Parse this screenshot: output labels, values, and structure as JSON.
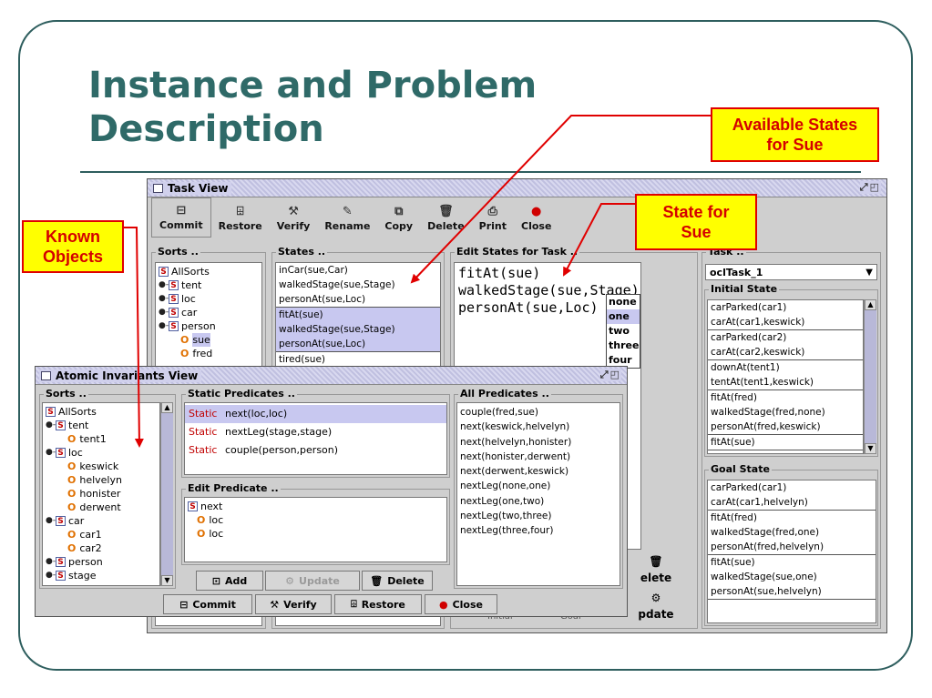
{
  "slide": {
    "title_line1": "Instance and Problem",
    "title_line2": "Description"
  },
  "callouts": {
    "available_states": "Available States for Sue",
    "state_for_sue": "State for Sue",
    "known_objects": "Known Objects"
  },
  "task_view": {
    "title": "Task View",
    "toolbar": [
      {
        "label": "Commit",
        "icon": "commit-icon"
      },
      {
        "label": "Restore",
        "icon": "restore-icon"
      },
      {
        "label": "Verify",
        "icon": "verify-icon"
      },
      {
        "label": "Rename",
        "icon": "rename-icon"
      },
      {
        "label": "Copy",
        "icon": "copy-icon"
      },
      {
        "label": "Delete",
        "icon": "delete-icon"
      },
      {
        "label": "Print",
        "icon": "print-icon"
      },
      {
        "label": "Close",
        "icon": "close-icon"
      }
    ],
    "sorts_label": "Sorts ..",
    "sorts_tree": [
      {
        "label": "AllSorts",
        "type": "sort",
        "depth": 0
      },
      {
        "label": "tent",
        "type": "sort",
        "depth": 1
      },
      {
        "label": "loc",
        "type": "sort",
        "depth": 1
      },
      {
        "label": "car",
        "type": "sort",
        "depth": 1
      },
      {
        "label": "person",
        "type": "sort",
        "depth": 1
      },
      {
        "label": "sue",
        "type": "object",
        "depth": 2,
        "selected": true
      },
      {
        "label": "fred",
        "type": "object",
        "depth": 2
      }
    ],
    "states_label": "States ..",
    "states_blocks": [
      {
        "lines": [
          "inCar(sue,Car)",
          "walkedStage(sue,Stage)",
          "personAt(sue,Loc)"
        ],
        "selected": false
      },
      {
        "lines": [
          "fitAt(sue)",
          "walkedStage(sue,Stage)",
          "personAt(sue,Loc)"
        ],
        "selected": true
      },
      {
        "lines": [
          "tired(sue)"
        ],
        "selected": false
      }
    ],
    "edit_states_label": "Edit States for Task ..",
    "edit_states_lines": [
      "fitAt(sue)",
      "walkedStage(sue,Stage)",
      "personAt(sue,Loc)"
    ],
    "stage_options": [
      "none",
      "one",
      "two",
      "three",
      "four"
    ],
    "stage_selected_index": 1,
    "task_label": "Task ..",
    "task_value": "oclTask_1",
    "initial_state_label": "Initial State",
    "initial_state_blocks": [
      [
        "carParked(car1)",
        "carAt(car1,keswick)"
      ],
      [
        "carParked(car2)",
        "carAt(car2,keswick)"
      ],
      [
        "downAt(tent1)",
        "tentAt(tent1,keswick)"
      ],
      [
        "fitAt(fred)",
        "walkedStage(fred,none)",
        "personAt(fred,keswick)"
      ],
      [
        "fitAt(sue)"
      ]
    ],
    "goal_state_label": "Goal State",
    "goal_state_blocks": [
      [
        "carParked(car1)",
        "carAt(car1,helvelyn)"
      ],
      [
        "fitAt(fred)",
        "walkedStage(fred,one)",
        "personAt(fred,helvelyn)"
      ],
      [
        "fitAt(sue)",
        "walkedStage(sue,one)",
        "personAt(sue,helvelyn)"
      ]
    ],
    "side_delete_label": "elete",
    "side_update_label": "pdate",
    "hidden_init_label": "Initial",
    "hidden_goal_label": "Goal"
  },
  "atomic_view": {
    "title": "Atomic Invariants View",
    "sorts_label": "Sorts ..",
    "sorts_tree": [
      {
        "label": "AllSorts",
        "type": "sort",
        "depth": 0
      },
      {
        "label": "tent",
        "type": "sort",
        "depth": 1
      },
      {
        "label": "tent1",
        "type": "object",
        "depth": 2
      },
      {
        "label": "loc",
        "type": "sort",
        "depth": 1
      },
      {
        "label": "keswick",
        "type": "object",
        "depth": 2
      },
      {
        "label": "helvelyn",
        "type": "object",
        "depth": 2
      },
      {
        "label": "honister",
        "type": "object",
        "depth": 2
      },
      {
        "label": "derwent",
        "type": "object",
        "depth": 2
      },
      {
        "label": "car",
        "type": "sort",
        "depth": 1
      },
      {
        "label": "car1",
        "type": "object",
        "depth": 2
      },
      {
        "label": "car2",
        "type": "object",
        "depth": 2
      },
      {
        "label": "person",
        "type": "sort",
        "depth": 1
      },
      {
        "label": "stage",
        "type": "sort",
        "depth": 1
      }
    ],
    "static_label": "Static Predicates ..",
    "static_predicates": [
      {
        "kind": "Static",
        "text": "next(loc,loc)",
        "selected": true
      },
      {
        "kind": "Static",
        "text": "nextLeg(stage,stage)",
        "selected": false
      },
      {
        "kind": "Static",
        "text": "couple(person,person)",
        "selected": false
      }
    ],
    "edit_predicate_label": "Edit Predicate ..",
    "edit_predicate_tree": [
      {
        "label": "next",
        "type": "sort",
        "depth": 0
      },
      {
        "label": "loc",
        "type": "object",
        "depth": 1
      },
      {
        "label": "loc",
        "type": "object",
        "depth": 1
      }
    ],
    "all_label": "All Predicates ..",
    "all_predicates": [
      "couple(fred,sue)",
      "next(keswick,helvelyn)",
      "next(helvelyn,honister)",
      "next(honister,derwent)",
      "next(derwent,keswick)",
      "nextLeg(none,one)",
      "nextLeg(one,two)",
      "nextLeg(two,three)",
      "nextLeg(three,four)"
    ],
    "buttons": {
      "add": "Add",
      "update": "Update",
      "delete": "Delete",
      "commit": "Commit",
      "verify": "Verify",
      "restore": "Restore",
      "close": "Close"
    }
  },
  "colors": {
    "title": "#2f6a68",
    "callout_fill": "#ffff00",
    "callout_text": "#d40000",
    "arrow": "#e00000",
    "selection": "#c8c8f0"
  }
}
